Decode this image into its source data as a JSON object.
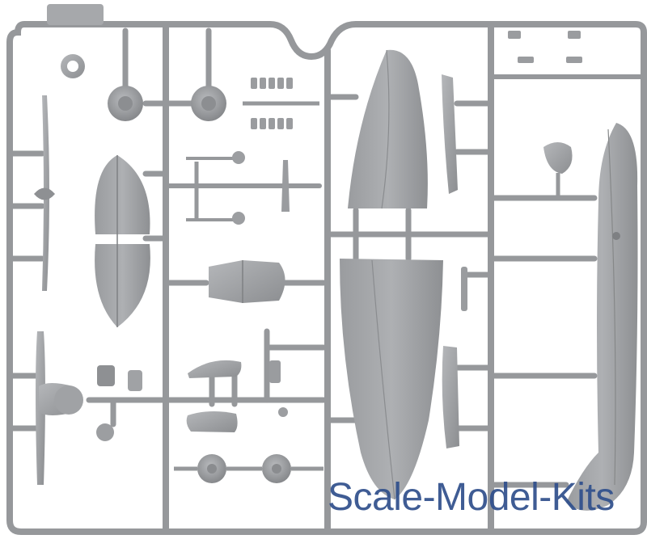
{
  "watermark": {
    "text": "Scale-Model-Kits"
  },
  "colors": {
    "background": "#ffffff",
    "sprue": "#9c9ea1",
    "part": "#a3a5a8",
    "part_shadow": "#7e8083",
    "part_highlight": "#c2c4c6",
    "watermark": "#2f4f8c"
  },
  "description_tags": [
    "plastic-model-sprue",
    "aircraft-parts",
    "grey-plastic"
  ]
}
